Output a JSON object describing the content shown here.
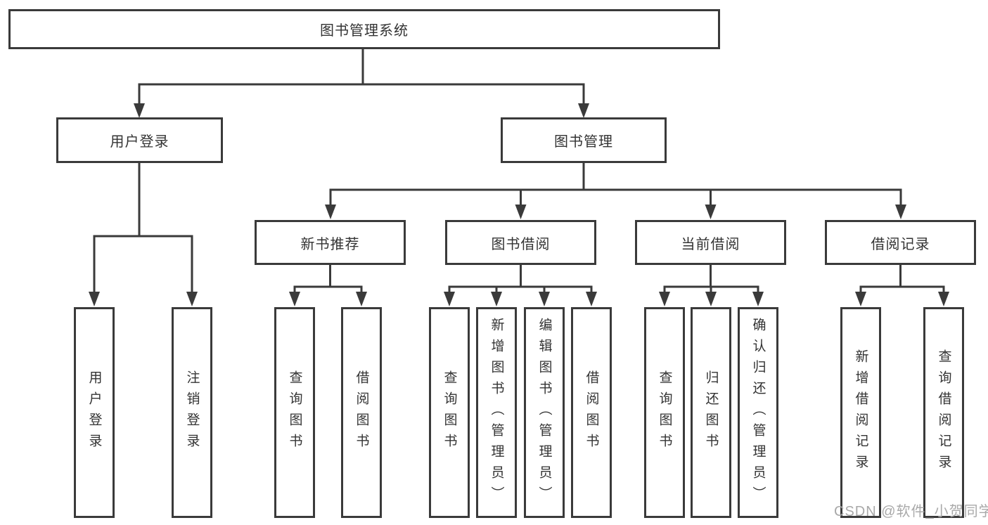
{
  "tree": {
    "root": "图书管理系统",
    "children": [
      {
        "label": "用户登录",
        "children": [
          {
            "label": "用户登录"
          },
          {
            "label": "注销登录"
          }
        ]
      },
      {
        "label": "图书管理",
        "children": [
          {
            "label": "新书推荐",
            "children": [
              {
                "label": "查询图书"
              },
              {
                "label": "借阅图书"
              }
            ]
          },
          {
            "label": "图书借阅",
            "children": [
              {
                "label": "查询图书"
              },
              {
                "label": "新增图书（管理员）"
              },
              {
                "label": "编辑图书（管理员）"
              },
              {
                "label": "借阅图书"
              }
            ]
          },
          {
            "label": "当前借阅",
            "children": [
              {
                "label": "查询图书"
              },
              {
                "label": "归还图书"
              },
              {
                "label": "确认归还（管理员）"
              }
            ]
          },
          {
            "label": "借阅记录",
            "children": [
              {
                "label": "新增借阅记录"
              },
              {
                "label": "查询借阅记录"
              }
            ]
          }
        ]
      }
    ]
  },
  "watermark": {
    "text": "CSDN @软件_小贺同学"
  },
  "colors": {
    "line": "#3a3a3a",
    "text": "#333333",
    "watermark": "#a9a9a9",
    "background": "#ffffff"
  }
}
